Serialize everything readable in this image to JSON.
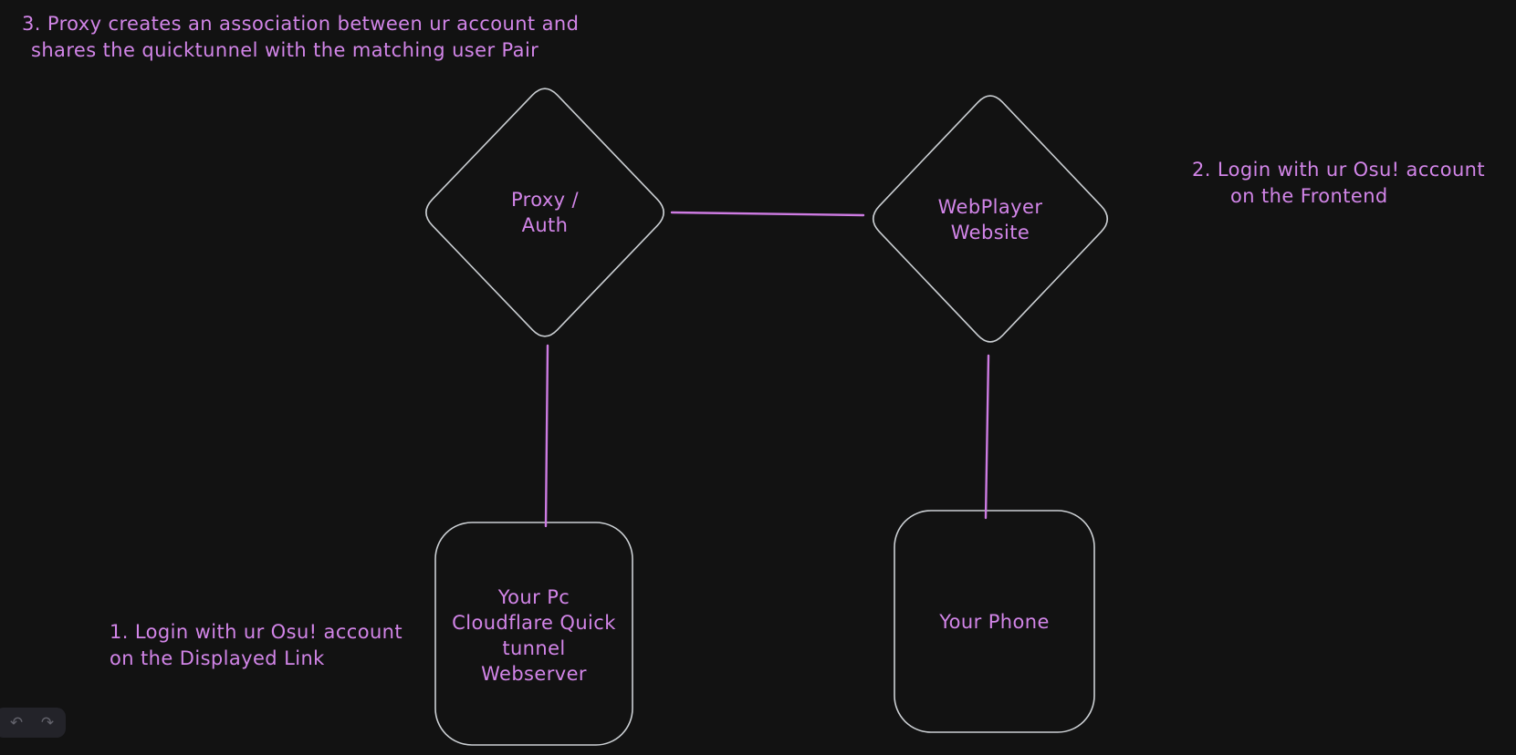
{
  "canvas": {
    "background_color": "#121212",
    "shape_stroke_color": "#ccd0d4",
    "accent_color": "#d285e8"
  },
  "annotations": {
    "step1": {
      "line1": "1. Login with ur Osu! account",
      "line2": "on the Displayed Link"
    },
    "step2": {
      "line1": "2. Login with ur Osu! account",
      "line2": "on the Frontend"
    },
    "step3": {
      "line1": "3. Proxy creates an association between ur account and",
      "line2": "shares the quicktunnel with the matching user Pair"
    }
  },
  "nodes": {
    "proxy_auth": {
      "shape": "diamond",
      "lines": [
        "Proxy /",
        "Auth"
      ]
    },
    "webplayer": {
      "shape": "diamond",
      "lines": [
        "WebPlayer",
        "Website"
      ]
    },
    "pc_webserver": {
      "shape": "rounded-rectangle",
      "lines": [
        "Your Pc",
        "Cloudflare Quick",
        "tunnel",
        "Webserver"
      ]
    },
    "phone": {
      "shape": "rounded-rectangle",
      "lines": [
        "Your Phone"
      ]
    }
  },
  "edges": [
    {
      "from": "proxy_auth",
      "to": "webplayer"
    },
    {
      "from": "proxy_auth",
      "to": "pc_webserver"
    },
    {
      "from": "webplayer",
      "to": "phone"
    }
  ],
  "toolbar": {
    "undo_icon": "↶",
    "redo_icon": "↷"
  }
}
